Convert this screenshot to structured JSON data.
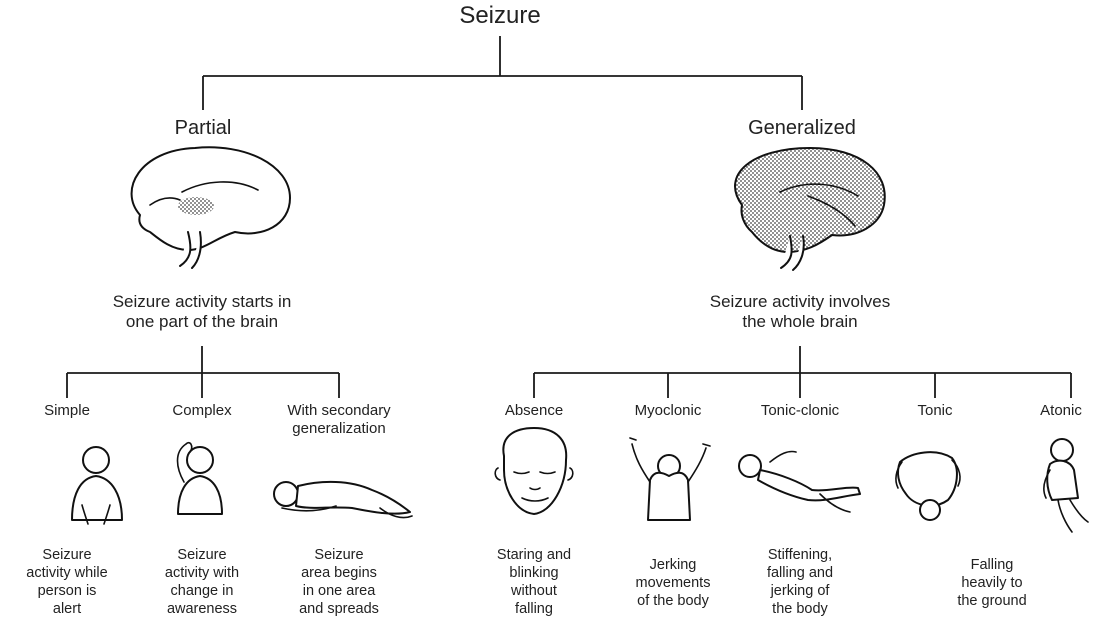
{
  "title": "Seizure",
  "partial": {
    "label": "Partial",
    "summary": [
      "Seizure activity starts in",
      "one part of the brain"
    ],
    "types": [
      {
        "name": "Simple",
        "desc": [
          "Seizure",
          "activity while",
          "person is",
          "alert"
        ]
      },
      {
        "name": "Complex",
        "desc": [
          "Seizure",
          "activity with",
          "change in",
          "awareness"
        ]
      },
      {
        "name_lines": [
          "With secondary",
          "generalization"
        ],
        "desc": [
          "Seizure",
          "area begins",
          "in one area",
          "and spreads"
        ]
      }
    ]
  },
  "generalized": {
    "label": "Generalized",
    "summary": [
      "Seizure activity involves",
      "the whole brain"
    ],
    "types": [
      {
        "name": "Absence",
        "desc": [
          "Staring and",
          "blinking",
          "without",
          "falling"
        ]
      },
      {
        "name": "Myoclonic",
        "desc": [
          "Jerking",
          "movements",
          "of the body"
        ]
      },
      {
        "name": "Tonic-clonic",
        "desc": [
          "Stiffening,",
          "falling and",
          "jerking of",
          "the body"
        ]
      },
      {
        "name": "Tonic",
        "desc": []
      },
      {
        "name": "Atonic",
        "desc": []
      }
    ],
    "shared_desc": [
      "Falling",
      "heavily to",
      "the ground"
    ]
  },
  "icons": [
    "brain-partial-icon",
    "brain-generalized-icon",
    "person-alert-icon",
    "person-hand-to-head-icon",
    "person-lying-icon",
    "face-staring-icon",
    "person-arms-raised-icon",
    "person-fallen-icon",
    "person-falling-icon",
    "person-collapsing-icon"
  ]
}
